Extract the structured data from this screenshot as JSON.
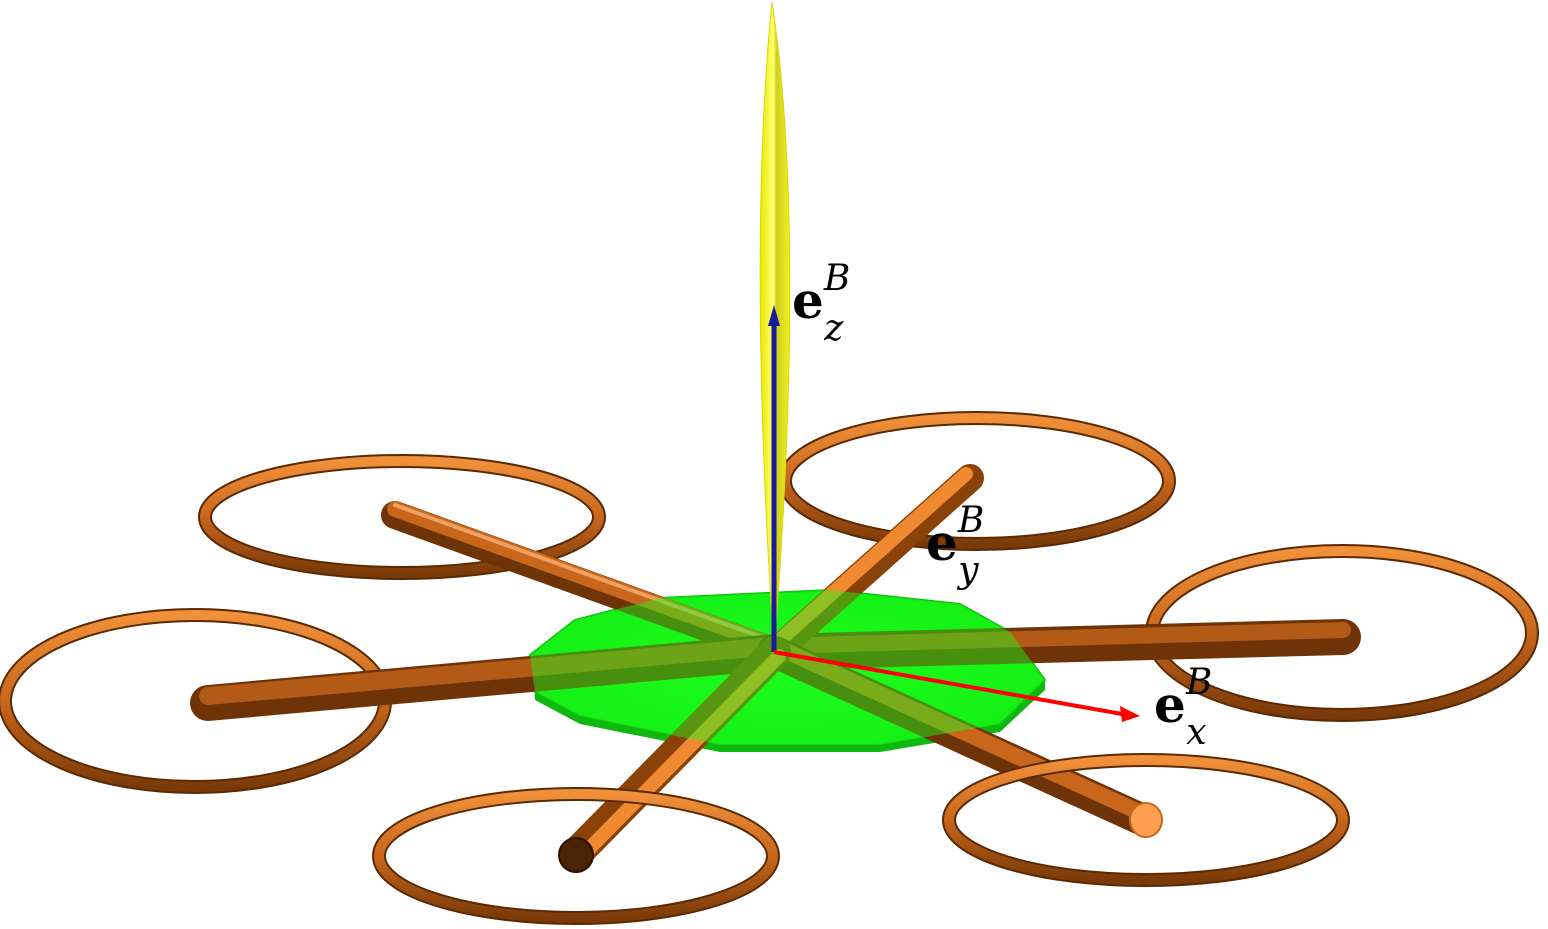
{
  "figure": {
    "subject": "hexarotor",
    "colors": {
      "arm": "#c8661c",
      "arm_dark": "#6e3306",
      "arm_light": "#ffb06a",
      "ring": "#c8661c",
      "body": "#18ff18",
      "body_dark": "#0fb80f",
      "thrust": "#f4f418",
      "axis_x": "#ff0000",
      "axis_y": "#00a000",
      "axis_z": "#1a1a9a"
    }
  },
  "axes": {
    "x": {
      "base": "e",
      "sup": "B",
      "sub": "x"
    },
    "y": {
      "base": "e",
      "sup": "B",
      "sub": "y"
    },
    "z": {
      "base": "e",
      "sup": "B",
      "sub": "z"
    }
  }
}
